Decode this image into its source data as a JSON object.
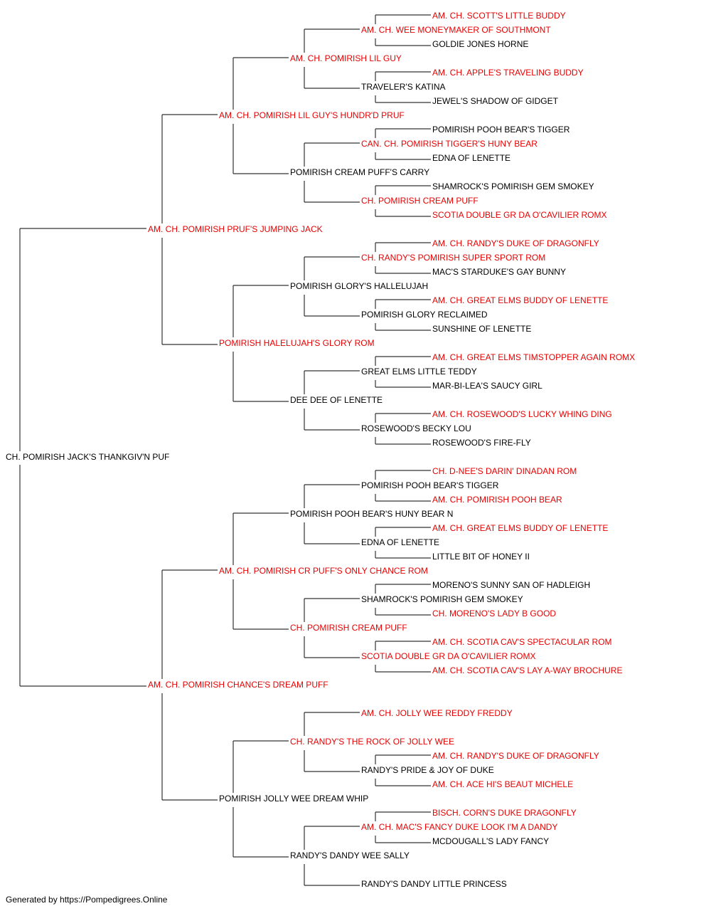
{
  "colors": {
    "champion": "#e60000",
    "normal": "#000000",
    "line": "#333333"
  },
  "subject": {
    "name": "CH. POMIRISH JACK'S THANKGIV'N PUF",
    "champion": false
  },
  "sire": {
    "name": "AM. CH. POMIRISH PRUF'S JUMPING JACK",
    "champion": true,
    "sire": {
      "name": "AM. CH. POMIRISH LIL GUY'S HUNDR'D PRUF",
      "champion": true,
      "sire": {
        "name": "AM. CH. POMIRISH LIL GUY",
        "champion": true,
        "sire": {
          "name": "AM. CH. WEE MONEYMAKER OF SOUTHMONT",
          "champion": true,
          "sire": {
            "name": "AM. CH. SCOTT'S LITTLE BUDDY",
            "champion": true
          },
          "dam": {
            "name": "GOLDIE JONES HORNE",
            "champion": false
          }
        },
        "dam": {
          "name": "TRAVELER'S KATINA",
          "champion": false,
          "sire": {
            "name": "AM. CH. APPLE'S TRAVELING BUDDY",
            "champion": true
          },
          "dam": {
            "name": "JEWEL'S SHADOW OF GIDGET",
            "champion": false
          }
        }
      },
      "dam": {
        "name": "POMIRISH CREAM PUFF'S CARRY",
        "champion": false,
        "sire": {
          "name": "CAN. CH. POMIRISH TIGGER'S HUNY BEAR",
          "champion": true,
          "sire": {
            "name": "POMIRISH POOH BEAR'S TIGGER",
            "champion": false
          },
          "dam": {
            "name": "EDNA OF LENETTE",
            "champion": false
          }
        },
        "dam": {
          "name": "CH. POMIRISH CREAM PUFF",
          "champion": true,
          "sire": {
            "name": "SHAMROCK'S POMIRISH GEM SMOKEY",
            "champion": false
          },
          "dam": {
            "name": "SCOTIA DOUBLE GR DA O'CAVILIER ROMX",
            "champion": true
          }
        }
      }
    },
    "dam": {
      "name": "POMIRISH HALELUJAH'S GLORY ROM",
      "champion": true,
      "sire": {
        "name": "POMIRISH GLORY'S HALLELUJAH",
        "champion": false,
        "sire": {
          "name": "CH. RANDY'S POMIRISH SUPER SPORT ROM",
          "champion": true,
          "sire": {
            "name": "AM. CH. RANDY'S DUKE OF DRAGONFLY",
            "champion": true
          },
          "dam": {
            "name": "MAC'S STARDUKE'S GAY BUNNY",
            "champion": false
          }
        },
        "dam": {
          "name": "POMIRISH GLORY RECLAIMED",
          "champion": false,
          "sire": {
            "name": "AM. CH. GREAT ELMS BUDDY OF LENETTE",
            "champion": true
          },
          "dam": {
            "name": "SUNSHINE OF LENETTE",
            "champion": false
          }
        }
      },
      "dam": {
        "name": "DEE DEE OF LENETTE",
        "champion": false,
        "sire": {
          "name": "GREAT ELMS LITTLE TEDDY",
          "champion": false,
          "sire": {
            "name": "AM. CH. GREAT ELMS TIMSTOPPER AGAIN ROMX",
            "champion": true
          },
          "dam": {
            "name": "MAR-BI-LEA'S SAUCY GIRL",
            "champion": false
          }
        },
        "dam": {
          "name": "ROSEWOOD'S BECKY LOU",
          "champion": false,
          "sire": {
            "name": "AM. CH. ROSEWOOD'S LUCKY WHING DING",
            "champion": true
          },
          "dam": {
            "name": "ROSEWOOD'S FIRE-FLY",
            "champion": false
          }
        }
      }
    }
  },
  "dam": {
    "name": "AM. CH. POMIRISH CHANCE'S DREAM PUFF",
    "champion": true,
    "sire": {
      "name": "AM. CH. POMIRISH CR PUFF'S ONLY CHANCE ROM",
      "champion": true,
      "sire": {
        "name": "POMIRISH POOH BEAR'S HUNY BEAR N",
        "champion": false,
        "sire": {
          "name": "POMIRISH POOH BEAR'S TIGGER",
          "champion": false,
          "sire": {
            "name": "CH. D-NEE'S DARIN' DINADAN ROM",
            "champion": true
          },
          "dam": {
            "name": "AM. CH. POMIRISH POOH BEAR",
            "champion": true
          }
        },
        "dam": {
          "name": "EDNA OF LENETTE",
          "champion": false,
          "sire": {
            "name": "AM. CH. GREAT ELMS BUDDY OF LENETTE",
            "champion": true
          },
          "dam": {
            "name": "LITTLE BIT OF HONEY II",
            "champion": false
          }
        }
      },
      "dam": {
        "name": "CH. POMIRISH CREAM PUFF",
        "champion": true,
        "sire": {
          "name": "SHAMROCK'S POMIRISH GEM SMOKEY",
          "champion": false,
          "sire": {
            "name": "MORENO'S SUNNY SAN OF HADLEIGH",
            "champion": false
          },
          "dam": {
            "name": "CH. MORENO'S LADY B GOOD",
            "champion": true
          }
        },
        "dam": {
          "name": "SCOTIA DOUBLE GR DA O'CAVILIER ROMX",
          "champion": true,
          "sire": {
            "name": "AM. CH. SCOTIA CAV'S SPECTACULAR ROM",
            "champion": true
          },
          "dam": {
            "name": "AM. CH. SCOTIA CAV'S LAY A-WAY BROCHURE",
            "champion": true
          }
        }
      }
    },
    "dam": {
      "name": "POMIRISH JOLLY WEE DREAM WHIP",
      "champion": false,
      "sire": {
        "name": "CH. RANDY'S THE ROCK OF JOLLY WEE",
        "champion": true,
        "sire": {
          "name": "AM. CH. JOLLY WEE REDDY FREDDY",
          "champion": true
        },
        "dam": {
          "name": "RANDY'S PRIDE & JOY OF DUKE",
          "champion": false,
          "sire": {
            "name": "AM. CH. RANDY'S DUKE OF DRAGONFLY",
            "champion": true
          },
          "dam": {
            "name": "AM. CH. ACE HI'S BEAUT MICHELE",
            "champion": true
          }
        }
      },
      "dam": {
        "name": "RANDY'S DANDY WEE SALLY",
        "champion": false,
        "sire": {
          "name": "AM. CH. MAC'S FANCY DUKE LOOK I'M A DANDY",
          "champion": true,
          "sire": {
            "name": "BISCH. CORN'S DUKE DRAGONFLY",
            "champion": true
          },
          "dam": {
            "name": "MCDOUGALL'S LADY FANCY",
            "champion": false
          }
        },
        "dam": {
          "name": "RANDY'S DANDY LITTLE PRINCESS",
          "champion": false
        }
      }
    }
  },
  "footer": "Generated by https://Pompedigrees.Online"
}
